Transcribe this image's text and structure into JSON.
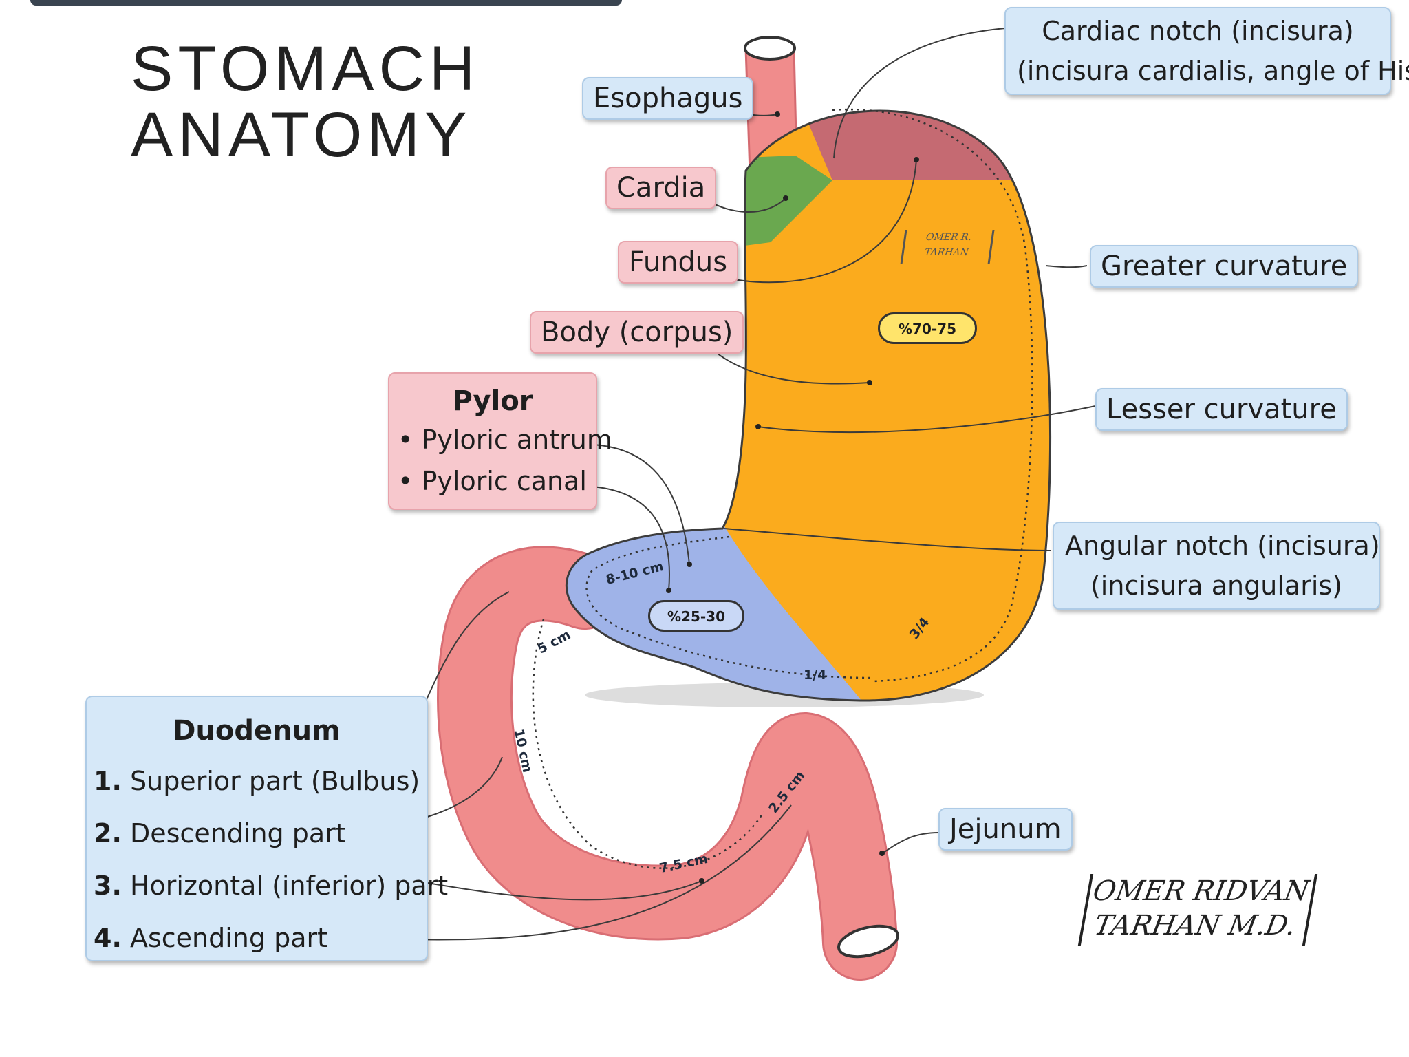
{
  "title": {
    "line1": "STOMACH",
    "line2": "ANATOMY"
  },
  "labels": {
    "esophagus": "Esophagus",
    "cardia": "Cardia",
    "fundus": "Fundus",
    "body": "Body (corpus)",
    "cardiac_notch": {
      "line1": "Cardiac notch (incisura)",
      "line2": "(incisura cardialis, angle of His)"
    },
    "greater_curvature": "Greater curvature",
    "lesser_curvature": "Lesser curvature",
    "angular_notch": {
      "line1": "Angular notch (incisura)",
      "line2": "(incisura angularis)"
    },
    "jejunum": "Jejunum"
  },
  "pylor": {
    "heading": "Pylor",
    "items": [
      "• Pyloric antrum",
      "• Pyloric canal"
    ]
  },
  "duodenum": {
    "heading": "Duodenum",
    "parts": [
      {
        "num": "1.",
        "label": "Superior part (Bulbus)"
      },
      {
        "num": "2.",
        "label": "Descending part"
      },
      {
        "num": "3.",
        "label": "Horizontal (inferior) part"
      },
      {
        "num": "4.",
        "label": "Ascending part"
      }
    ]
  },
  "percentages": {
    "body": "%70-75",
    "pylor": "%25-30"
  },
  "measurements": {
    "pyloric": "8-10 cm",
    "bulbus": "5 cm",
    "descending": "10 cm",
    "horizontal": "7.5 cm",
    "ascending": "2.5 cm",
    "three_quarter": "3/4",
    "one_quarter": "1/4"
  },
  "watermark": {
    "line1": "OMER R.",
    "line2": "TARHAN"
  },
  "signature": {
    "line1": "OMER  RIDVAN",
    "line2": "TARHAN  M.D."
  },
  "colors": {
    "esophagus": "#f08c8c",
    "cardia": "#6aa84f",
    "fundus": "#c56a72",
    "body": "#fbab1d",
    "pylor": "#9fb3e8",
    "duodenum": "#f08c8c",
    "label_pink": "#f7c8cd",
    "label_blue": "#d6e8f8"
  }
}
